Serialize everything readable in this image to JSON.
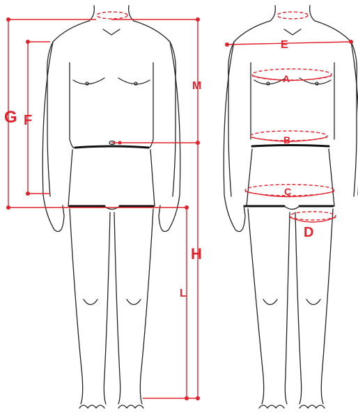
{
  "labels": {
    "A": "A",
    "B": "B",
    "C": "C",
    "D": "D",
    "E": "E",
    "F": "F",
    "G": "G",
    "H": "H",
    "L": "L",
    "M": "M"
  },
  "colors": {
    "measure": "#e0202a",
    "outline": "#222222"
  }
}
